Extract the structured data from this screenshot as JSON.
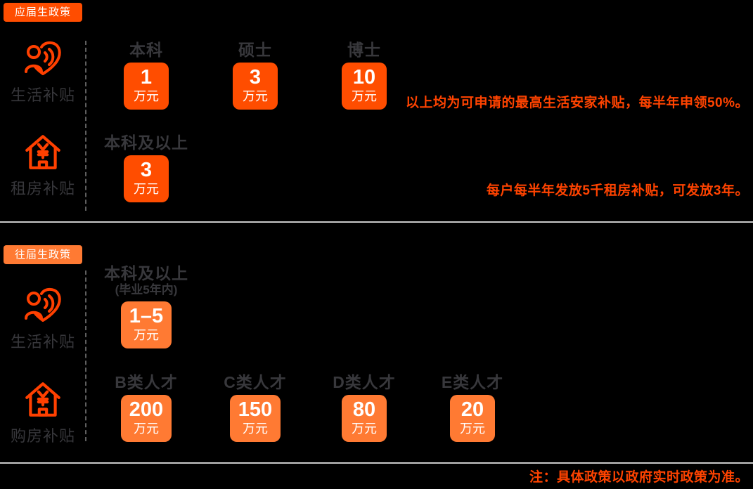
{
  "colors": {
    "background": "#000000",
    "accent_fresh": "#FF4D00",
    "accent_previous": "#FF7A33",
    "icon_color": "#FF4000",
    "note_text": "#FF4300",
    "muted_text": "#38383C",
    "card_text": "#FFFFFF",
    "divider": "#C9C9C9",
    "dashed_line": "#5F5F5F"
  },
  "sections": [
    {
      "badge": "应届生政策",
      "rows": [
        {
          "icon": "people-heart-icon",
          "label": "生活补贴",
          "columns": [
            {
              "header": "本科",
              "value": "1",
              "unit": "万元"
            },
            {
              "header": "硕士",
              "value": "3",
              "unit": "万元"
            },
            {
              "header": "博士",
              "value": "10",
              "unit": "万元"
            }
          ],
          "note": "以上均为可申请的最高生活安家补贴，每半年申领50%。"
        },
        {
          "icon": "house-yuan-icon",
          "label": "租房补贴",
          "columns": [
            {
              "header": "本科及以上",
              "value": "3",
              "unit": "万元"
            }
          ],
          "note": "每户每半年发放5千租房补贴，可发放3年。"
        }
      ]
    },
    {
      "badge": "往届生政策",
      "rows": [
        {
          "icon": "people-heart-icon",
          "label": "生活补贴",
          "columns": [
            {
              "header": "本科及以上",
              "sub": "(毕业5年内)",
              "value": "1–5",
              "unit": "万元"
            }
          ],
          "note": ""
        },
        {
          "icon": "house-yuan-icon",
          "label": "购房补贴",
          "columns": [
            {
              "header": "B类人才",
              "value": "200",
              "unit": "万元"
            },
            {
              "header": "C类人才",
              "value": "150",
              "unit": "万元"
            },
            {
              "header": "D类人才",
              "value": "80",
              "unit": "万元"
            },
            {
              "header": "E类人才",
              "value": "20",
              "unit": "万元"
            }
          ],
          "note": ""
        }
      ]
    }
  ],
  "footer_note": "注：具体政策以政府实时政策为准。"
}
